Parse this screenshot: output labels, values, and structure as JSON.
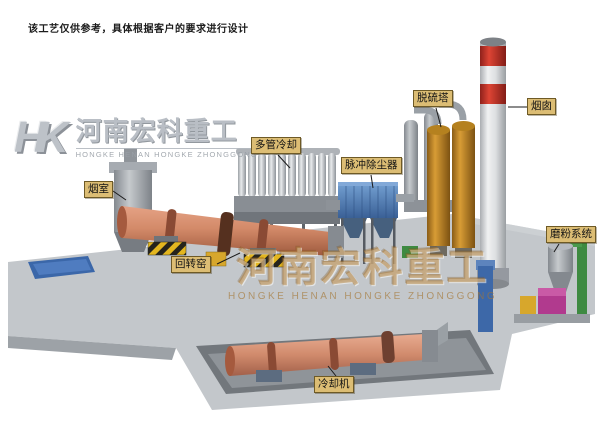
{
  "page": {
    "disclaimer": "该工艺仅供参考，具体根据客户的要求进行设计"
  },
  "logo": {
    "monogram": "HK",
    "company_cn": "河南宏科重工",
    "company_en": "HONGKE HENAN HONGKE ZHONGGONG"
  },
  "watermark": {
    "company_cn": "河南宏科重工",
    "company_en": "HONGKE HENAN HONGKE ZHONGGONG"
  },
  "labels": {
    "smoke_chamber": "烟室",
    "rotary_kiln": "回转窑",
    "multi_tube_cooler": "多管冷却",
    "pulse_dust_collector": "脉冲除尘器",
    "desulfurization_tower": "脱硫塔",
    "chimney": "烟囱",
    "grinding_system": "磨粉系统",
    "cooling_machine": "冷却机"
  },
  "colors": {
    "kiln_body": "#d38a69",
    "cooler_body": "#d08a6c",
    "dust_collector_blue": "#4d7fba",
    "tower_orange": "#d89c35",
    "chimney_red": "#dd4434",
    "platform_gray": "#c3c7cb",
    "label_bg": "#dcbd74",
    "grinding_magenta": "#b13a8e",
    "pipe_green": "#3e8a41",
    "hazard_yellow": "#e3b61f"
  }
}
